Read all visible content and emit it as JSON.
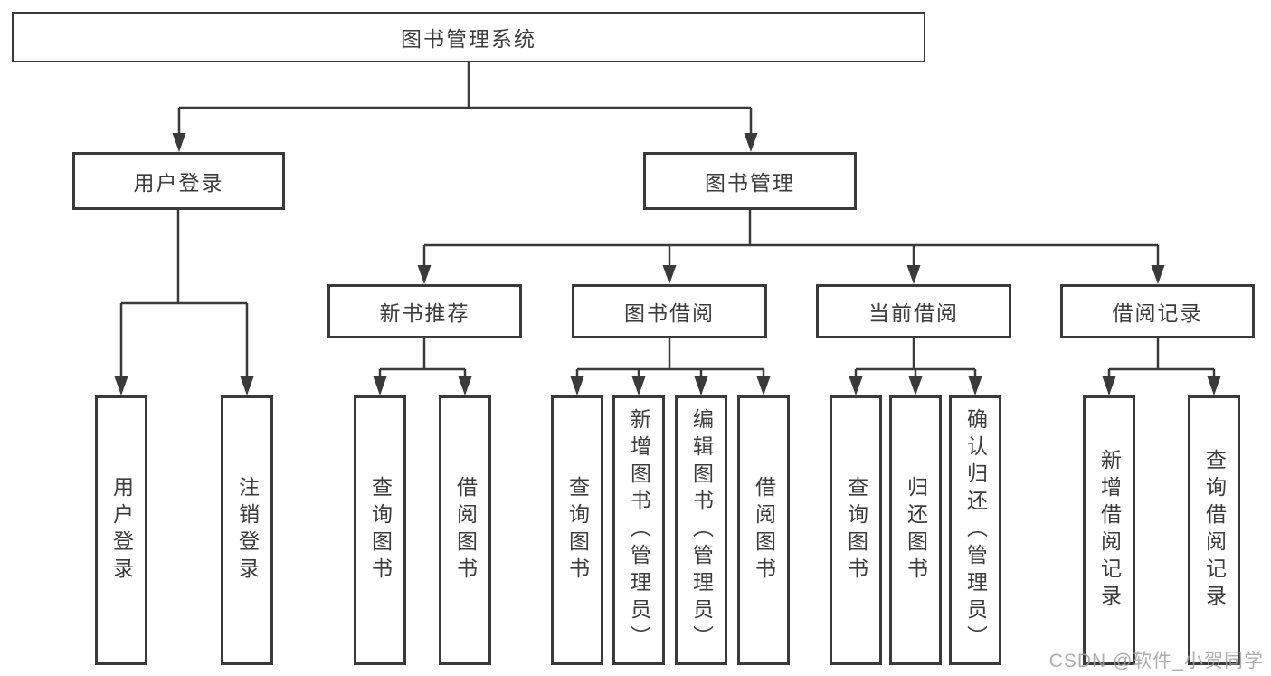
{
  "diagram": {
    "root": {
      "label": "图书管理系统"
    },
    "level2": [
      {
        "id": "user-login",
        "label": "用户登录"
      },
      {
        "id": "book-management",
        "label": "图书管理"
      }
    ],
    "level3": [
      {
        "id": "new-book-recommend",
        "label": "新书推荐"
      },
      {
        "id": "book-borrowing",
        "label": "图书借阅"
      },
      {
        "id": "current-borrowing",
        "label": "当前借阅"
      },
      {
        "id": "borrowing-records",
        "label": "借阅记录"
      }
    ],
    "leaves": [
      {
        "id": "user-login-action",
        "label": "用户登录"
      },
      {
        "id": "logout-action",
        "label": "注销登录"
      },
      {
        "id": "recommend-query-books",
        "label": "查询图书"
      },
      {
        "id": "recommend-borrow-books",
        "label": "借阅图书"
      },
      {
        "id": "borrowing-query-books",
        "label": "查询图书"
      },
      {
        "id": "borrowing-add-books-admin",
        "label": "新增图书（管理员）"
      },
      {
        "id": "borrowing-edit-books-admin",
        "label": "编辑图书（管理员）"
      },
      {
        "id": "borrowing-borrow-books",
        "label": "借阅图书"
      },
      {
        "id": "current-query-books",
        "label": "查询图书"
      },
      {
        "id": "current-return-books",
        "label": "归还图书"
      },
      {
        "id": "current-confirm-return-admin",
        "label": "确认归还（管理员）"
      },
      {
        "id": "records-add-record",
        "label": "新增借阅记录"
      },
      {
        "id": "records-query-record",
        "label": "查询借阅记录"
      }
    ]
  },
  "watermark": {
    "text": "CSDN @软件_小贺同学"
  },
  "colors": {
    "line": "#3a3a3a",
    "text": "#3c3c3c",
    "watermark": "#a0a0a0"
  }
}
